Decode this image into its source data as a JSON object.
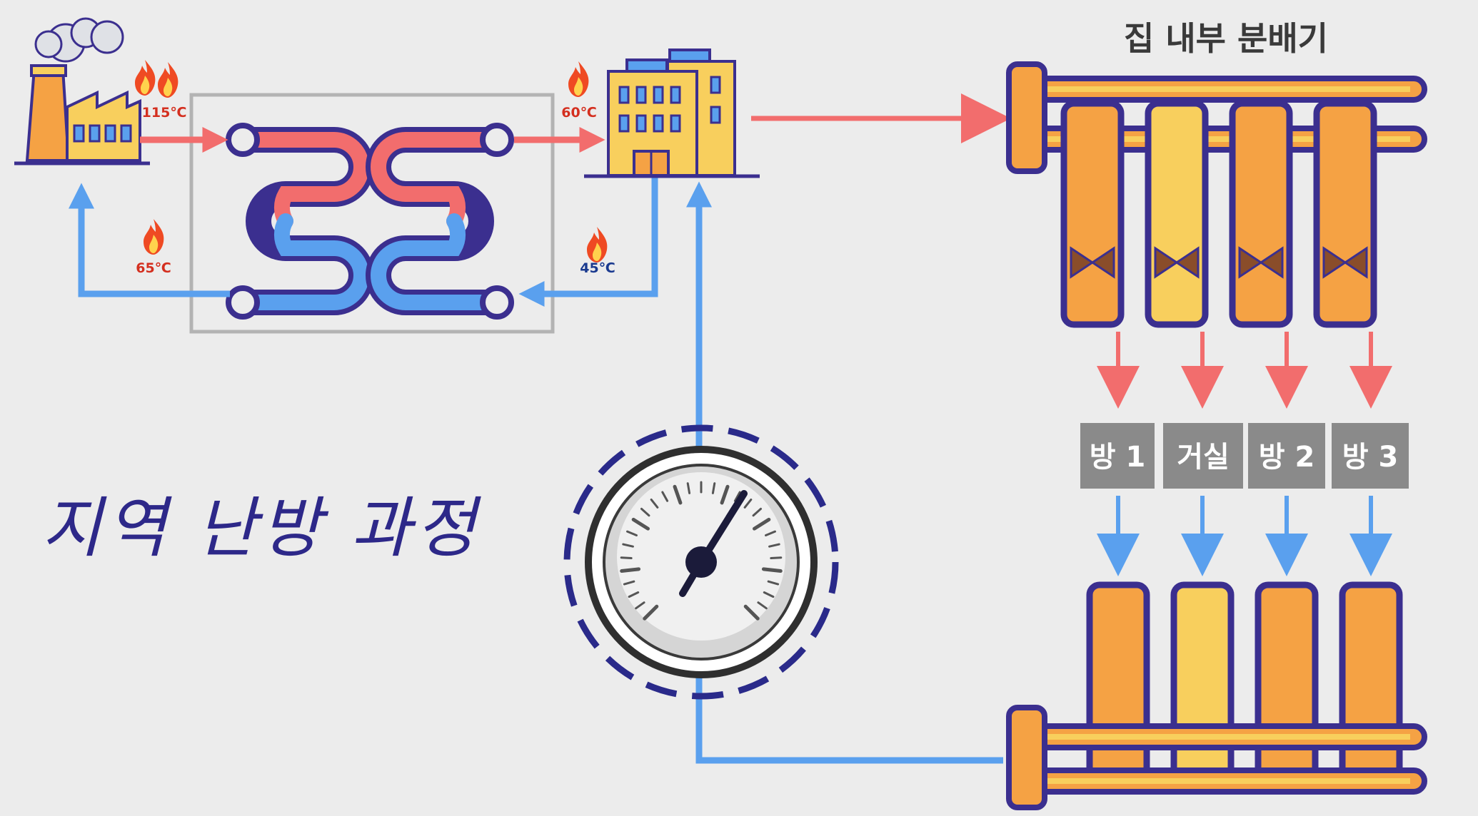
{
  "title": "지역 난방 과정",
  "distributor_title": "집 내부 분배기",
  "temperatures": {
    "plant_supply": "115℃",
    "plant_return": "65℃",
    "building_supply": "60℃",
    "building_return": "45℃"
  },
  "rooms": [
    "방 1",
    "거실",
    "방 2",
    "방 3"
  ],
  "colors": {
    "hot": "#f26d6d",
    "cold": "#5aa0ee",
    "frame": "#3b2f8f",
    "orange": "#f5a244",
    "yellow": "#f8cf5d",
    "room_box": "#8a8a8a",
    "flame": "#ef4a23"
  }
}
